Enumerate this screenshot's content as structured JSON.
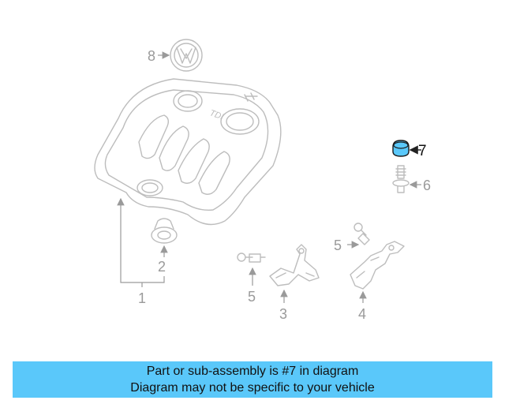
{
  "diagram": {
    "callouts": [
      "8",
      "7",
      "6",
      "5",
      "5",
      "2",
      "1",
      "3",
      "4"
    ],
    "badge_text": "TDI",
    "highlight_color": "#5ac8fa"
  },
  "banner": {
    "line1": "Part or sub-assembly is #7 in diagram",
    "line2": "Diagram may not be specific to your vehicle",
    "background": "#5ac8fa"
  }
}
